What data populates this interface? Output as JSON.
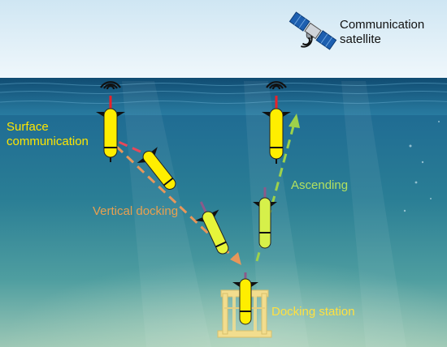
{
  "labels": {
    "satellite": [
      "Communication",
      "satellite"
    ],
    "surface": [
      "Surface",
      "communication"
    ],
    "ascending": "Ascending",
    "vertical_docking": "Vertical docking",
    "docking_station": "Docking station"
  },
  "colors": {
    "sky_top": "#cfe6f3",
    "sky_bottom": "#f1f8fc",
    "ocean_top": "#1f6b93",
    "ocean_mid": "#2f8593",
    "ocean_bottom": "#8fc0b0",
    "vehicle_yellow": "#ffee00",
    "vehicle_green": "#d6f04a",
    "antenna_red": "#e8222a",
    "docking_path": "#e8975a",
    "ascending_path": "#9ed24a",
    "station_frame": "#f2dd8e",
    "label_yellow": "#ffe600",
    "label_orange": "#e8a050",
    "label_green": "#b2e060"
  },
  "icons": [
    "satellite-icon",
    "wifi-signal-icon",
    "underwater-glider-icon",
    "docking-station-icon"
  ]
}
